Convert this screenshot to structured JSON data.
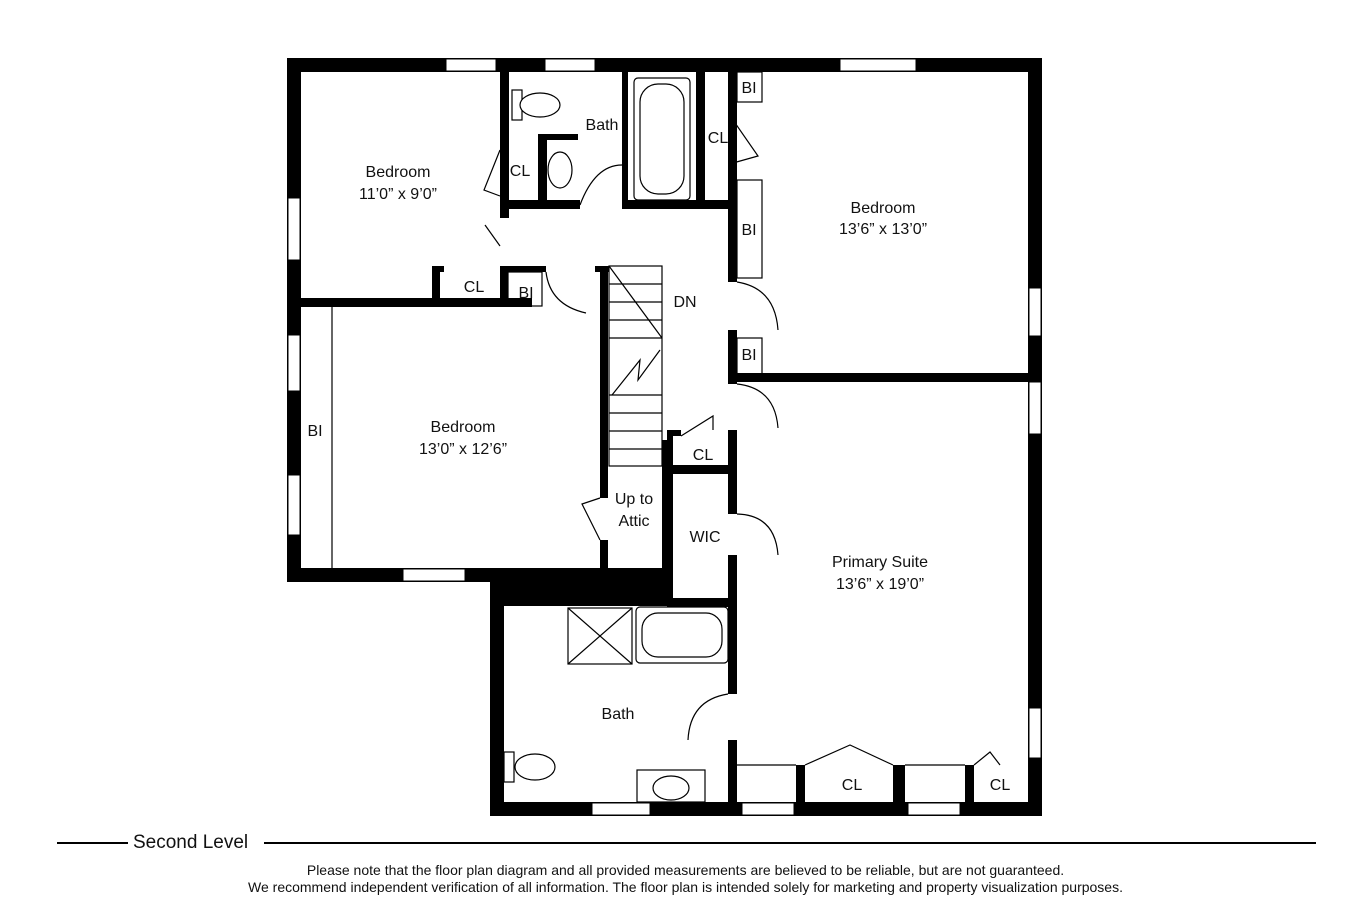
{
  "rooms": {
    "bedroom1": {
      "name": "Bedroom",
      "dims": "11’0” x 9’0”"
    },
    "bedroom2": {
      "name": "Bedroom",
      "dims": "13’6” x 13’0”"
    },
    "bedroom3": {
      "name": "Bedroom",
      "dims": "13’0” x 12’6”"
    },
    "primary": {
      "name": "Primary Suite",
      "dims": "13’6” x 19’0”"
    },
    "bath_top": {
      "name": "Bath"
    },
    "bath_bottom": {
      "name": "Bath"
    },
    "wic": {
      "name": "WIC"
    },
    "stairs_dn": {
      "name": "DN"
    },
    "attic": {
      "line1": "Up to",
      "line2": "Attic"
    }
  },
  "closets": {
    "cl_bed1": "CL",
    "cl_hall_left": "CL",
    "cl_bed2": "CL",
    "cl_hall": "CL",
    "cl_primary_1": "CL",
    "cl_primary_2": "CL"
  },
  "builtins": {
    "bi_1": "BI",
    "bi_2": "BI",
    "bi_3": "BI",
    "bi_4": "BI",
    "bi_5": "BI"
  },
  "footer": {
    "level": "Second Level",
    "disclaimer_1": "Please note that the floor plan diagram and all provided measurements are believed to be reliable, but are not guaranteed.",
    "disclaimer_2": "We recommend independent verification of all information. The floor plan is intended solely for marketing and property visualization purposes."
  }
}
